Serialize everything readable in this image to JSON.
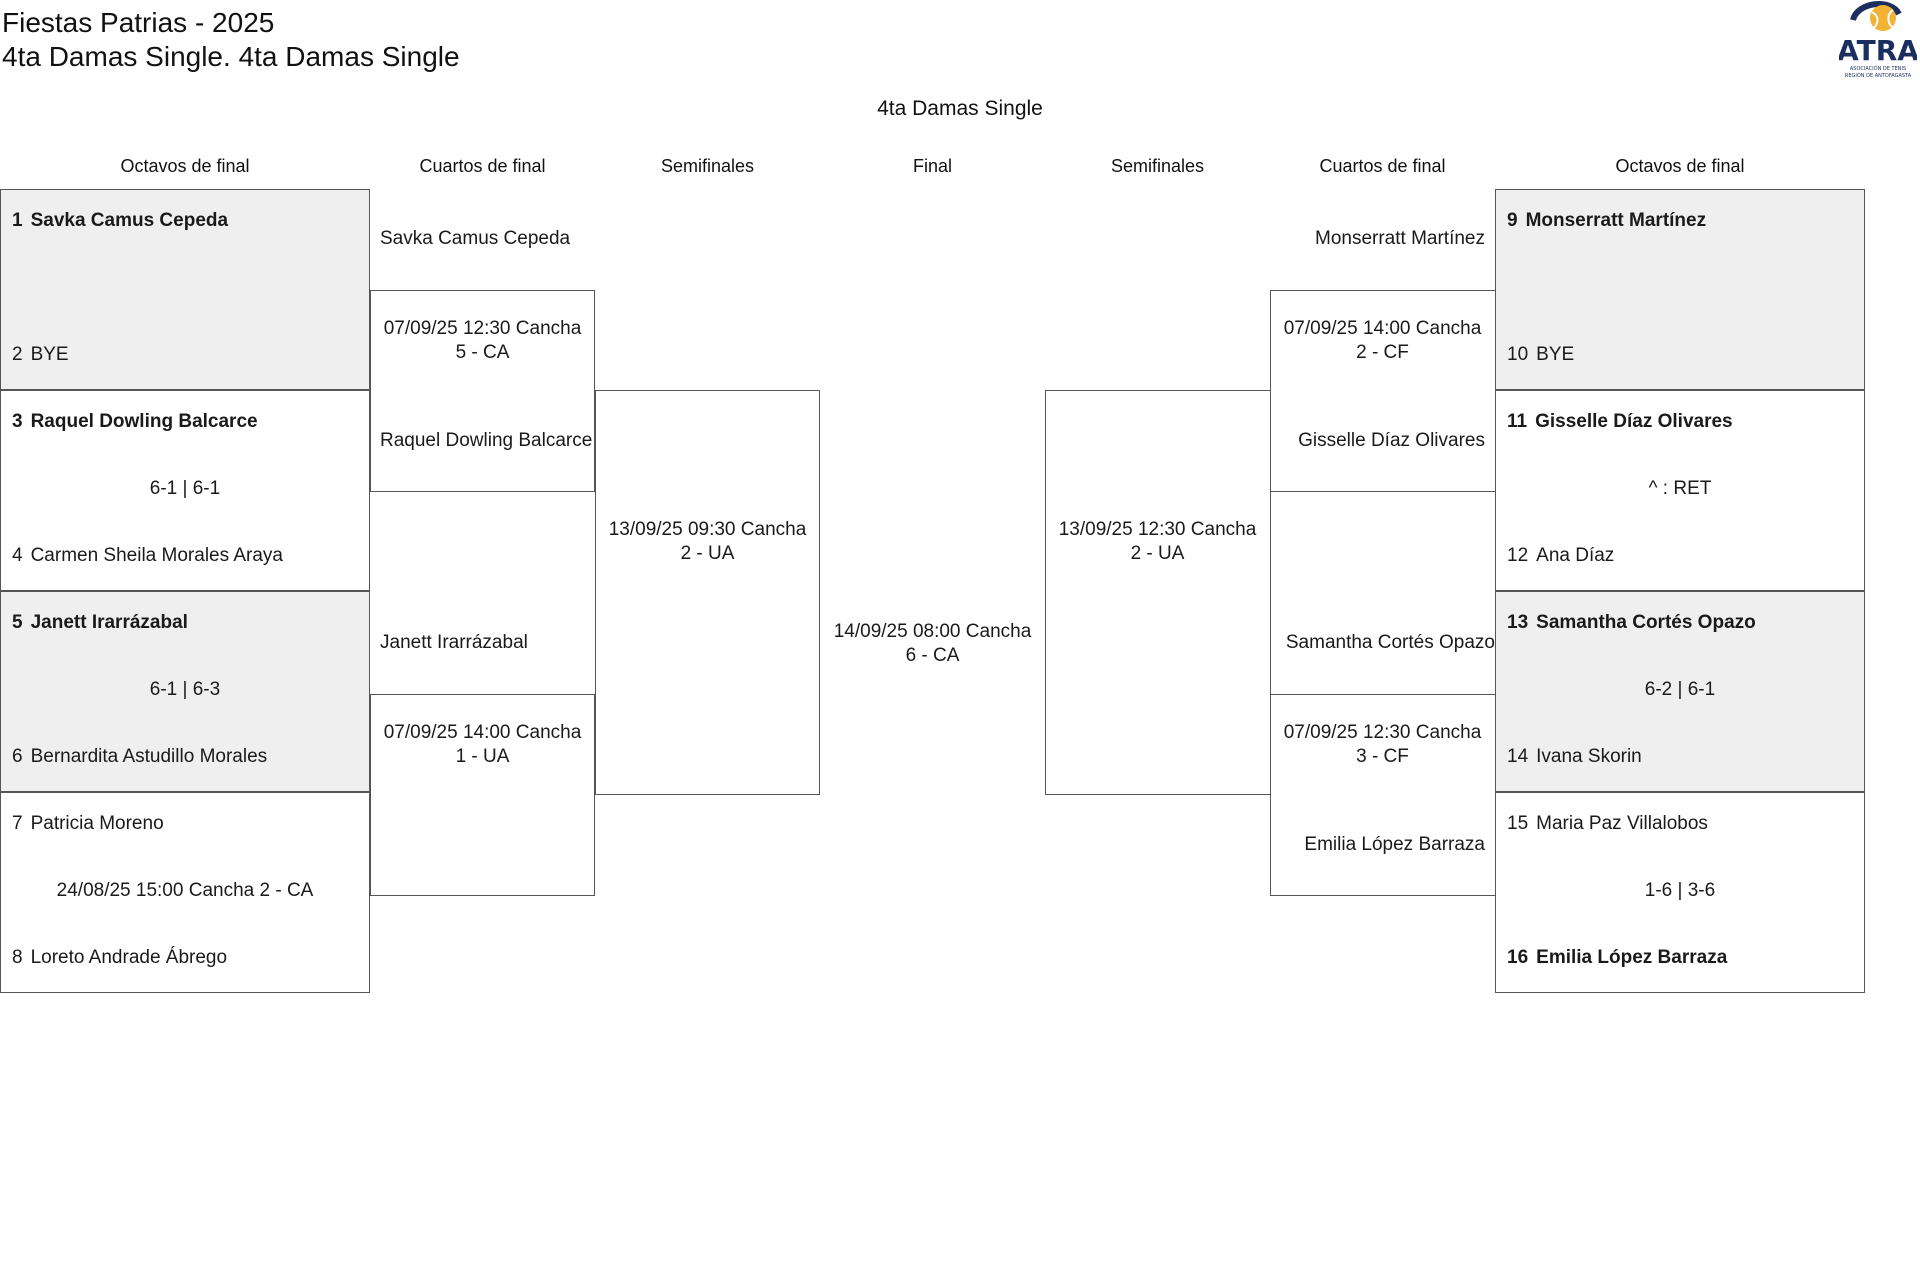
{
  "header": {
    "title": "Fiestas Patrias - 2025",
    "subtitle": "4ta Damas Single. 4ta Damas Single",
    "bracket_title": "4ta Damas Single"
  },
  "logo": {
    "text": "ATRA",
    "icon": "tennis-ball-logo",
    "tagline_1": "ASOCIACIÓN DE TENIS",
    "tagline_2": "REGIÓN DE ANTOFAGASTA"
  },
  "rounds": {
    "left_r16": "Octavos de final",
    "left_qf": "Cuartos de final",
    "left_sf": "Semifinales",
    "final": "Final",
    "right_sf": "Semifinales",
    "right_qf": "Cuartos de final",
    "right_r16": "Octavos de final"
  },
  "left_r16": [
    {
      "seed_a": "1",
      "player_a": "Savka Camus Cepeda",
      "mid": "",
      "seed_b": "2",
      "player_b": "BYE"
    },
    {
      "seed_a": "3",
      "player_a": "Raquel Dowling Balcarce",
      "mid": "6-1 | 6-1",
      "seed_b": "4",
      "player_b": "Carmen Sheila Morales Araya"
    },
    {
      "seed_a": "5",
      "player_a": "Janett Irarrázabal",
      "mid": "6-1 | 6-3",
      "seed_b": "6",
      "player_b": "Bernardita Astudillo Morales"
    },
    {
      "seed_a": "7",
      "player_a": "Patricia Moreno",
      "mid": "24/08/25 15:00 Cancha 2 - CA",
      "seed_b": "8",
      "player_b": "Loreto Andrade Ábrego"
    }
  ],
  "right_r16": [
    {
      "seed_a": "9",
      "player_a": "Monserratt Martínez",
      "mid": "",
      "seed_b": "10",
      "player_b": "BYE"
    },
    {
      "seed_a": "11",
      "player_a": "Gisselle Díaz Olivares",
      "mid": "^ : RET",
      "seed_b": "12",
      "player_b": "Ana Díaz"
    },
    {
      "seed_a": "13",
      "player_a": "Samantha Cortés Opazo",
      "mid": "6-2 | 6-1",
      "seed_b": "14",
      "player_b": "Ivana Skorin"
    },
    {
      "seed_a": "15",
      "player_a": "Maria Paz Villalobos",
      "mid": "1-6 | 3-6",
      "seed_b": "16",
      "player_b": "Emilia López Barraza"
    }
  ],
  "left_qf": [
    {
      "player_a": "Savka Camus Cepeda",
      "schedule_1": "07/09/25 12:30 Cancha",
      "schedule_2": "5 - CA",
      "player_b": "Raquel Dowling Balcarce"
    },
    {
      "player_a": "Janett Irarrázabal",
      "schedule_1": "07/09/25 14:00 Cancha",
      "schedule_2": "1 - UA",
      "player_b": ""
    }
  ],
  "right_qf": [
    {
      "player_a": "Monserratt Martínez",
      "schedule_1": "07/09/25 14:00 Cancha",
      "schedule_2": "2 - CF",
      "player_b": "Gisselle Díaz Olivares"
    },
    {
      "player_a": "Samantha Cortés Opazo",
      "schedule_1": "07/09/25 12:30 Cancha",
      "schedule_2": "3 - CF",
      "player_b": "Emilia López Barraza"
    }
  ],
  "left_sf": {
    "schedule_1": "13/09/25 09:30 Cancha",
    "schedule_2": "2 - UA"
  },
  "right_sf": {
    "schedule_1": "13/09/25 12:30 Cancha",
    "schedule_2": "2 - UA"
  },
  "final": {
    "schedule_1": "14/09/25 08:00 Cancha",
    "schedule_2": "6 - CA"
  }
}
